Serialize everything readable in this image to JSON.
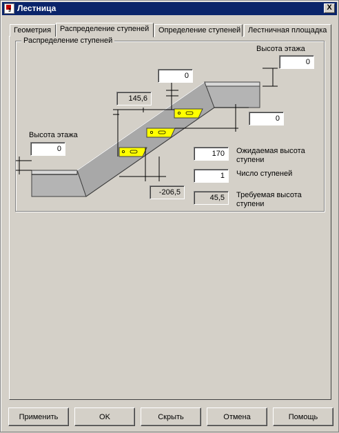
{
  "window": {
    "title": "Лестница",
    "close_label": "X",
    "icon_number": "3"
  },
  "tabs": [
    {
      "label": "Геометрия"
    },
    {
      "label": "Распределение ступеней"
    },
    {
      "label": "Определение ступеней"
    },
    {
      "label": "Лестничная площадка"
    }
  ],
  "group": {
    "title": "Распределение ступеней",
    "top_floor_height_label": "Высота этажа",
    "top_floor_height_value": "0",
    "bottom_floor_height_label": "Высота этажа",
    "bottom_floor_height_value": "0",
    "top_offset_value": "0",
    "right_offset_value": "0",
    "dim_upper_value": "145,6",
    "dim_lower_value": "-206,5",
    "expected_height_label": "Ожидаемая высота ступени",
    "expected_height_value": "170",
    "step_count_label": "Число ступеней",
    "step_count_value": "1",
    "required_height_label": "Требуемая высота ступени",
    "required_height_value": "45,5"
  },
  "buttons": {
    "apply": "Применить",
    "ok": "OK",
    "hide": "Скрыть",
    "cancel": "Отмена",
    "help": "Помощь"
  },
  "colors": {
    "step_fill": "#ffff00",
    "titlebar": "#0a246a",
    "face": "#d4d0c8"
  }
}
